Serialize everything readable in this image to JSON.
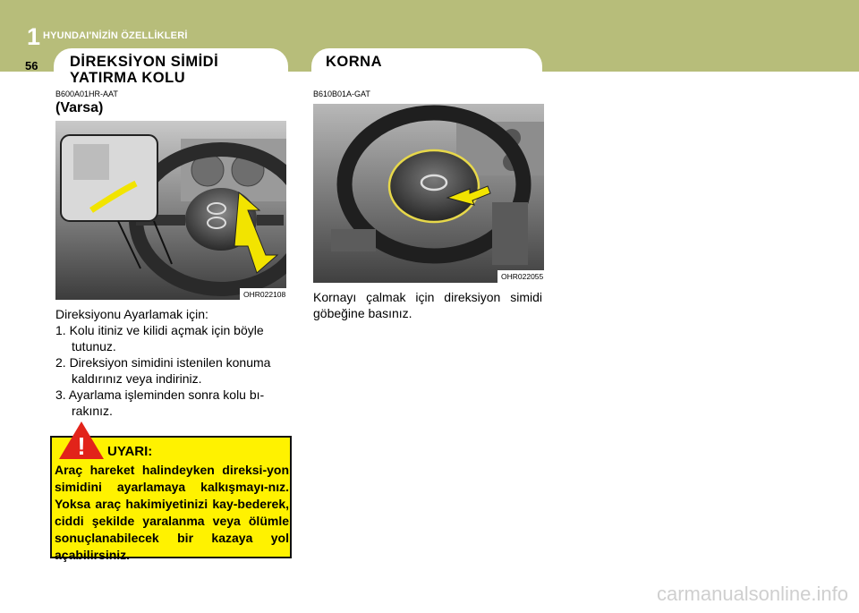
{
  "header": {
    "chapter_number": "1",
    "chapter_title": "HYUNDAI'NİZİN ÖZELLİKLERİ",
    "page_number": "56",
    "band_color": "#b7bd7a"
  },
  "left_section": {
    "title_line1": "DİREKSİYON SİMİDİ",
    "title_line2": "YATIRMA KOLU",
    "code": "B600A01HR-AAT",
    "subtitle": "(Varsa)",
    "image_code": "OHR022108",
    "intro": "Direksiyonu Ayarlamak için:",
    "steps": [
      "1. Kolu itiniz ve kilidi açmak için böyle tutunuz.",
      "2. Direksiyon simidini istenilen konuma kaldırınız veya indiriniz.",
      "3. Ayarlama işleminden sonra kolu bı-rakınız."
    ]
  },
  "right_section": {
    "title": "KORNA",
    "code": "B610B01A-GAT",
    "image_code": "OHR022055",
    "text": "Kornayı çalmak için direksiyon simidi göbeğine basınız."
  },
  "warning": {
    "title": "UYARI:",
    "text": "Araç hareket halindeyken direksi-yon simidini ayarlamaya kalkışmayı-nız. Yoksa araç hakimiyetinizi kay-bederek, ciddi şekilde yaralanma veya ölümle sonuçlanabilecek bir kazaya yol açabilirsiniz.",
    "bg_color": "#fff200"
  },
  "watermark": "carmanualsonline.info"
}
